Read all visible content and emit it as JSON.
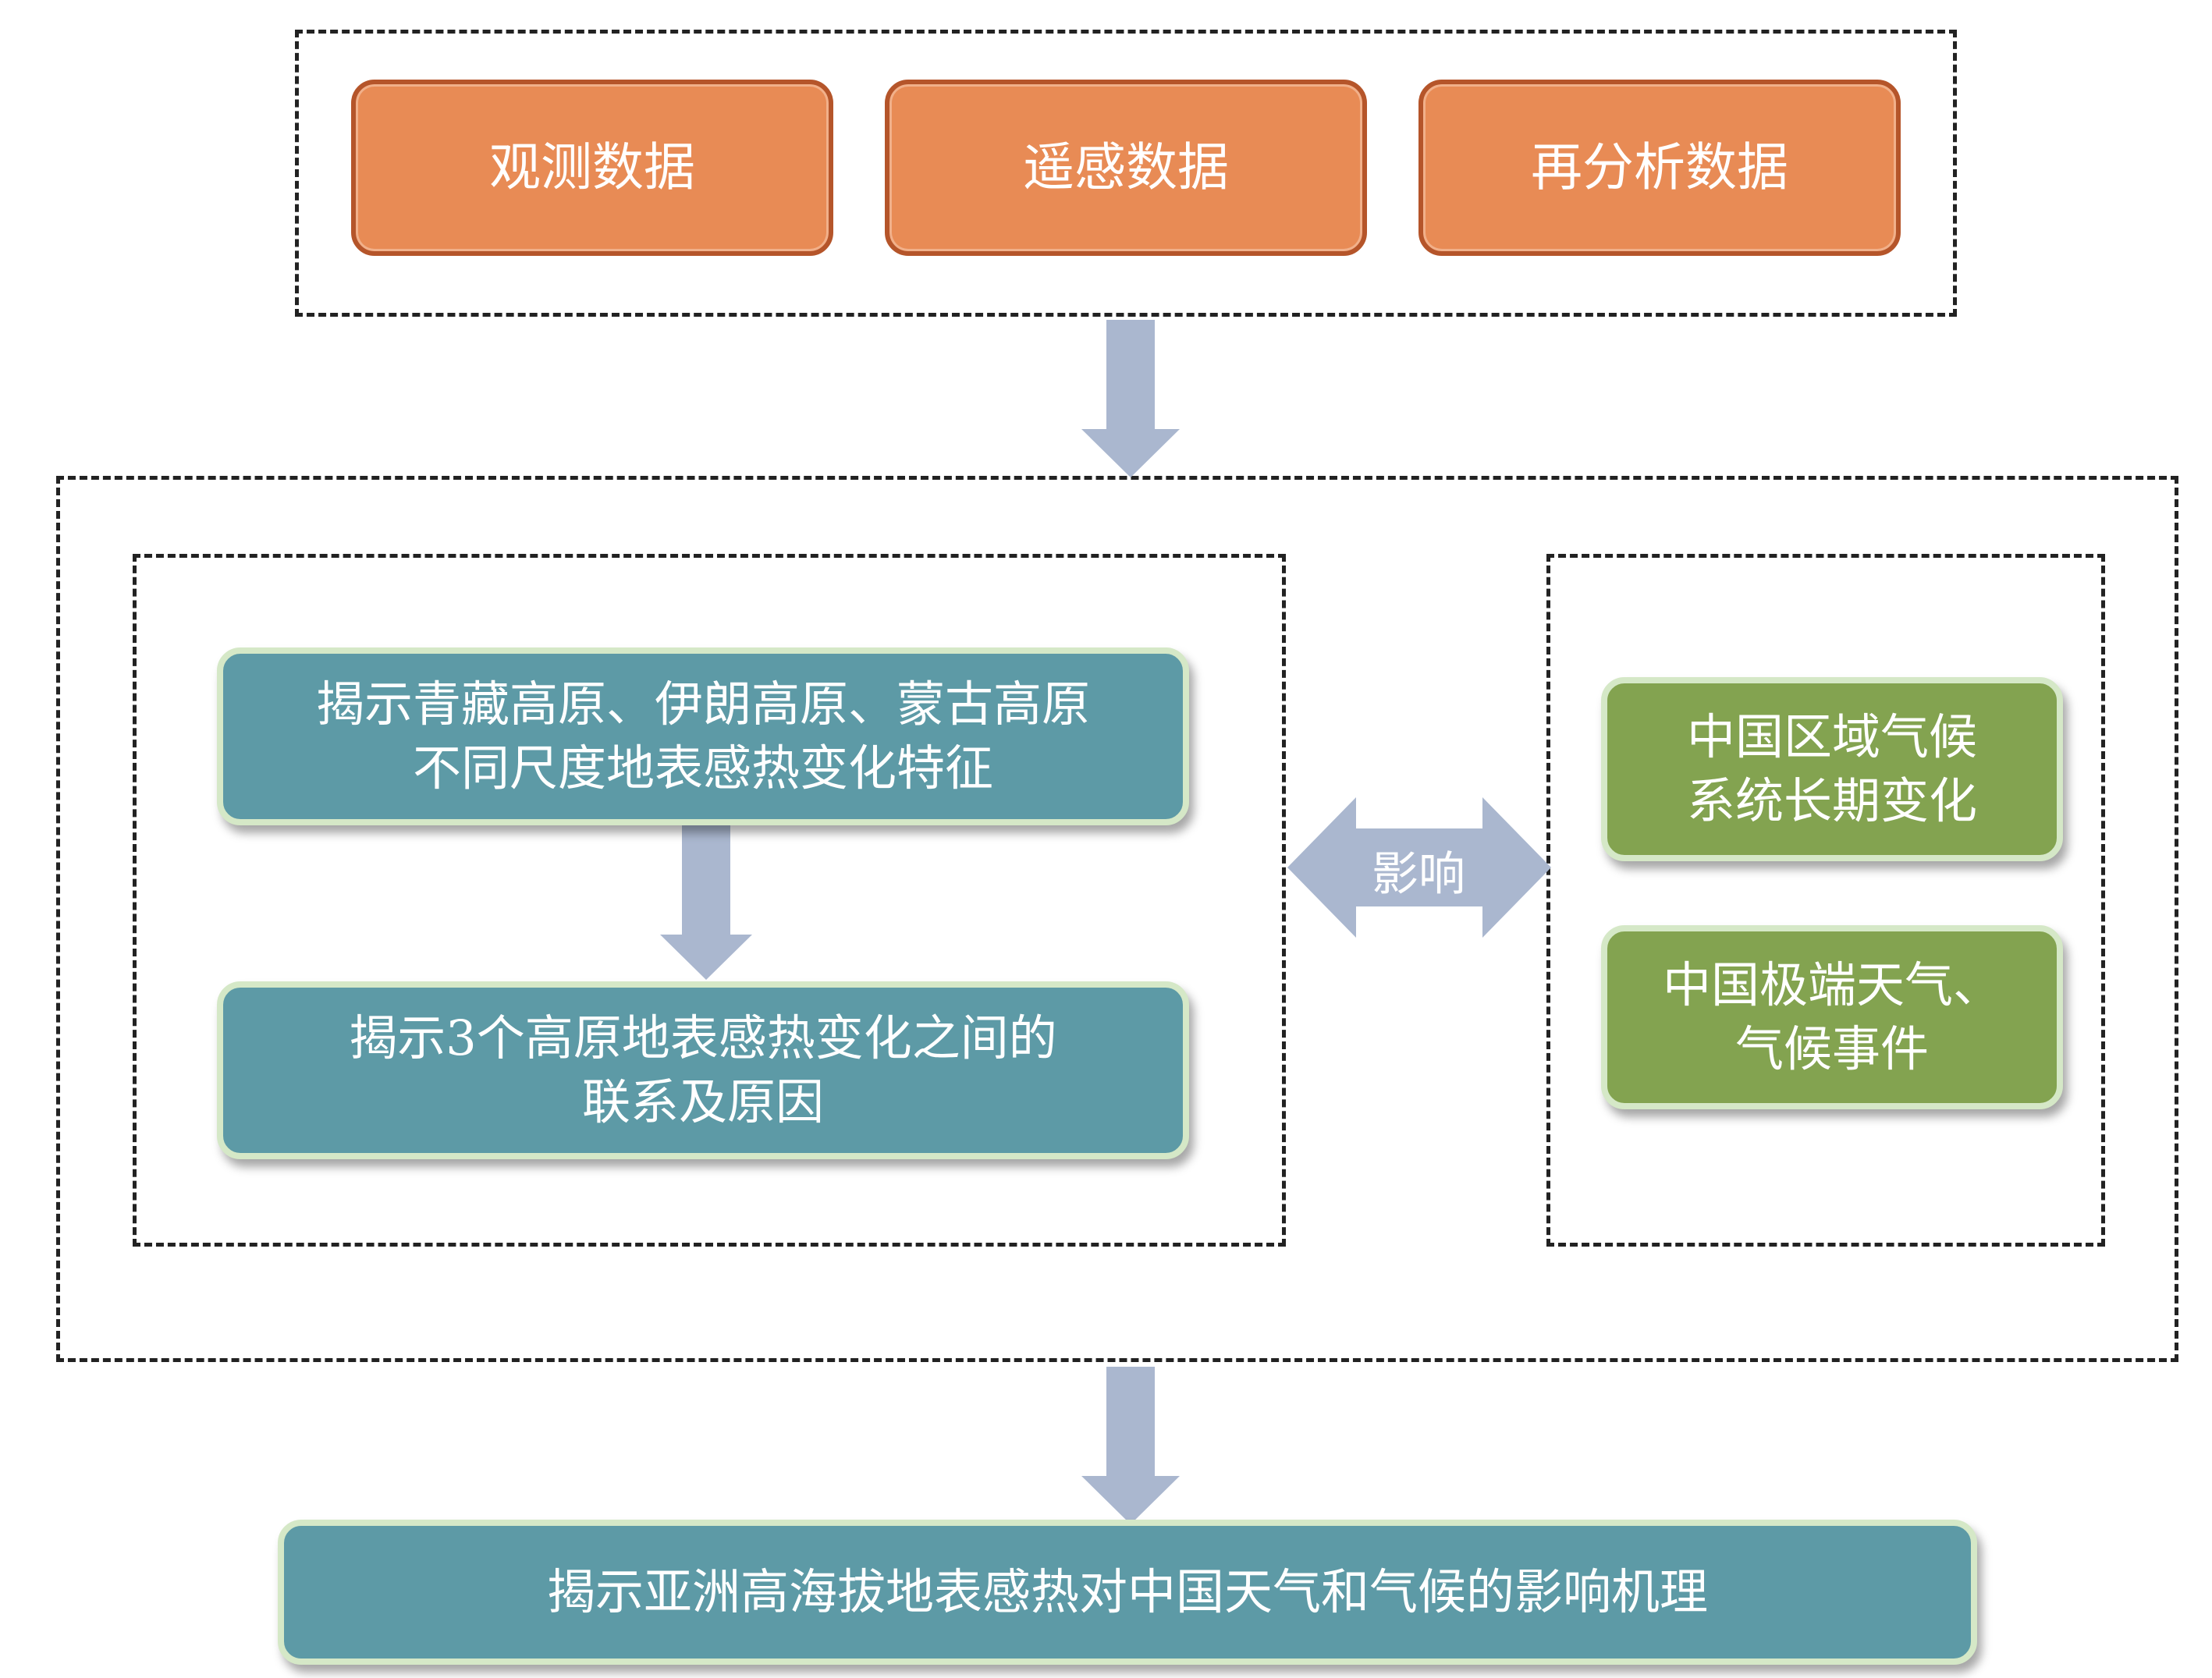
{
  "data_sources": {
    "items": [
      "观测数据",
      "遥感数据",
      "再分析数据"
    ]
  },
  "plateau_research": {
    "step1": [
      "揭示青藏高原、伊朗高原、蒙古高原",
      "不同尺度地表感热变化特征"
    ],
    "step2": [
      "揭示3个高原地表感热变化之间的",
      "联系及原因"
    ]
  },
  "influence_label": "影响",
  "china_climate": {
    "item1": [
      "中国区域气候",
      "系统长期变化"
    ],
    "item2": [
      "中国极端天气、",
      "气候事件"
    ]
  },
  "conclusion": "揭示亚洲高海拔地表感热对中国天气和气候的影响机理",
  "colors": {
    "orange_fill": "#e88b55",
    "teal_fill": "#5d9aa6",
    "green_fill": "#83a350",
    "arrow": "#aab7cf"
  }
}
